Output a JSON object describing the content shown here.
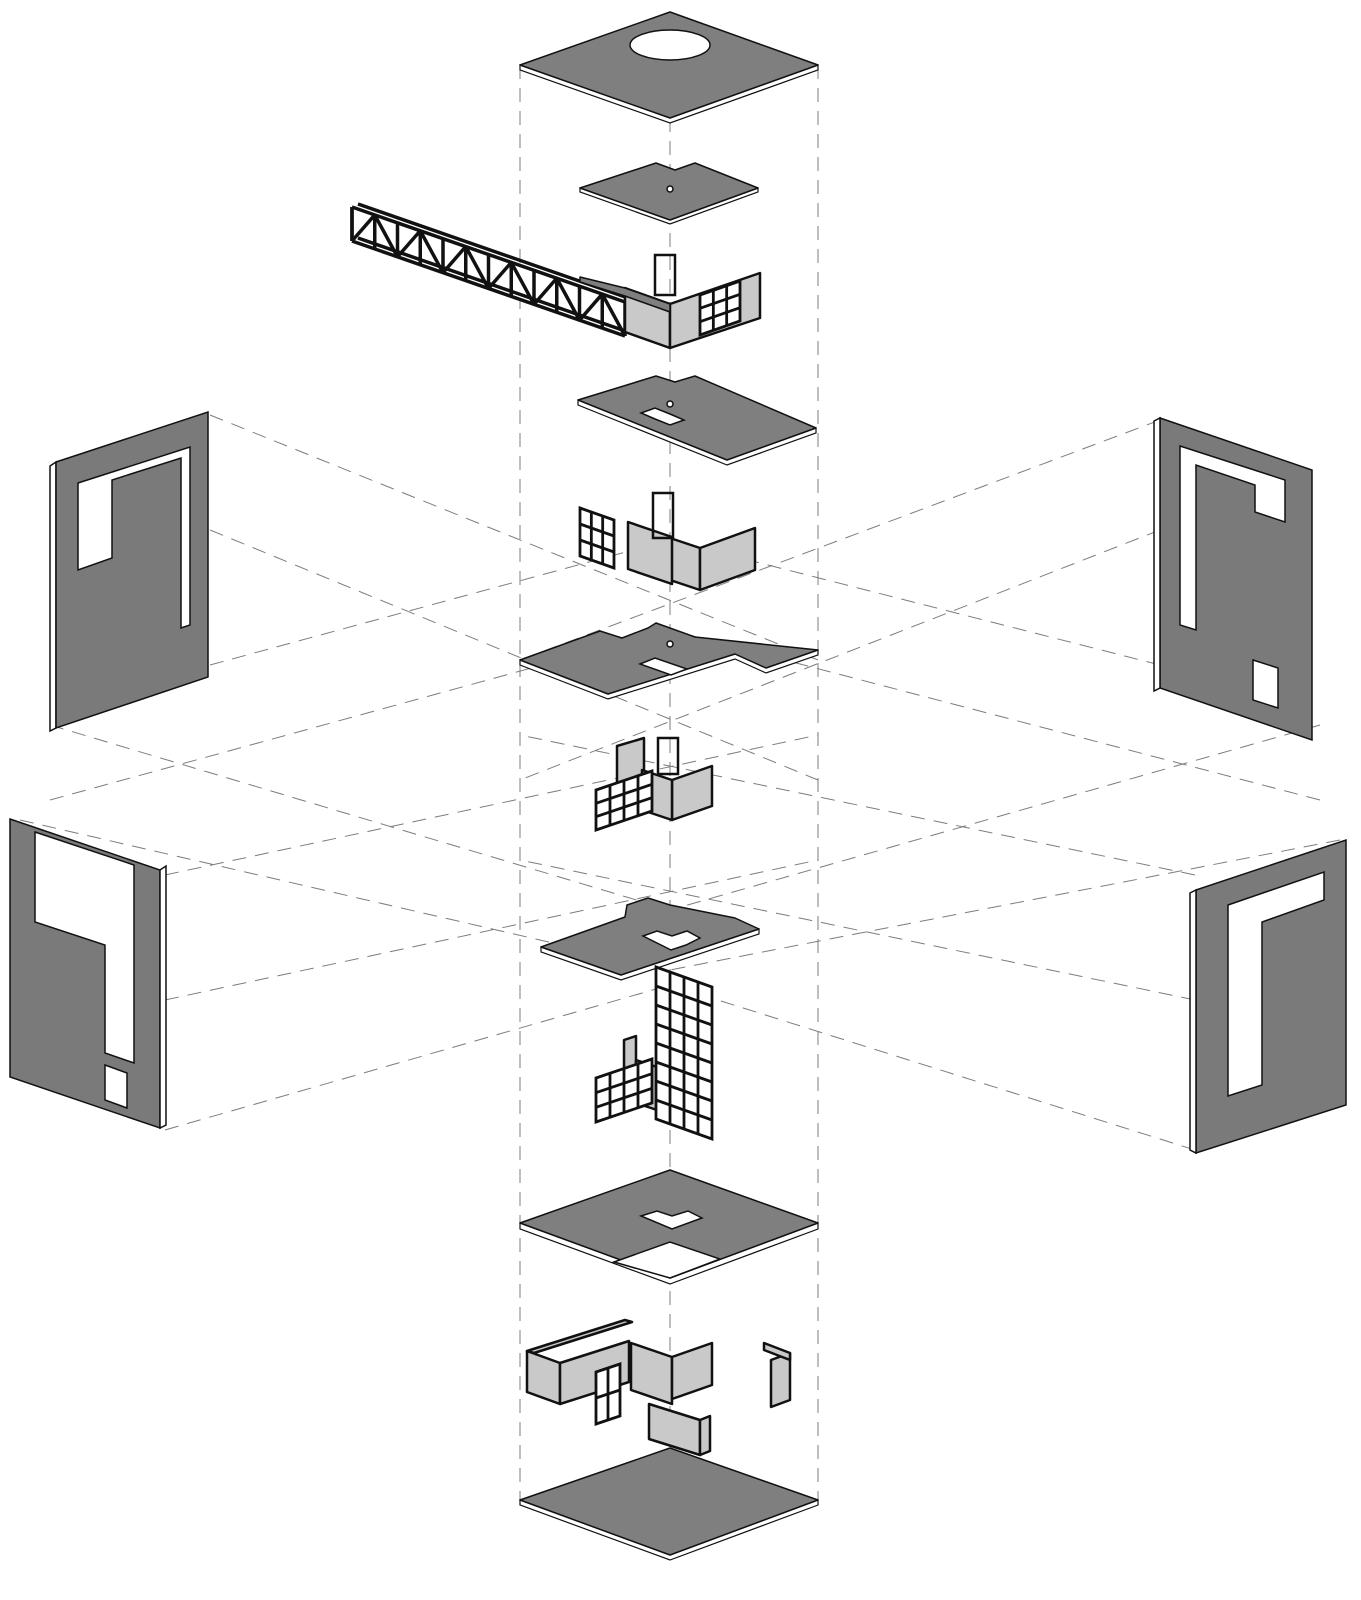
{
  "drawing": {
    "kind": "exploded axonometric",
    "text_labels": [],
    "colors": {
      "background": "#ffffff",
      "slab_fill": "#7f7f7f",
      "wall_fill": "#c9c9c9",
      "panel_fill": "#7a7a7a",
      "line": "#111111",
      "guide_line": "#7d7d7d"
    },
    "components": {
      "central_stack": [
        "roof-slab-with-oculus",
        "small-slab",
        "truss-and-top-walls",
        "slab-level-4",
        "walls-level-3",
        "slab-level-3",
        "walls-level-2",
        "slab-level-2",
        "walls-level-1-with-grid",
        "slab-level-1",
        "ground-walls",
        "base-slab"
      ],
      "facade_panels": [
        "upper-left-panel",
        "lower-left-panel",
        "upper-right-panel",
        "lower-right-panel"
      ]
    }
  }
}
